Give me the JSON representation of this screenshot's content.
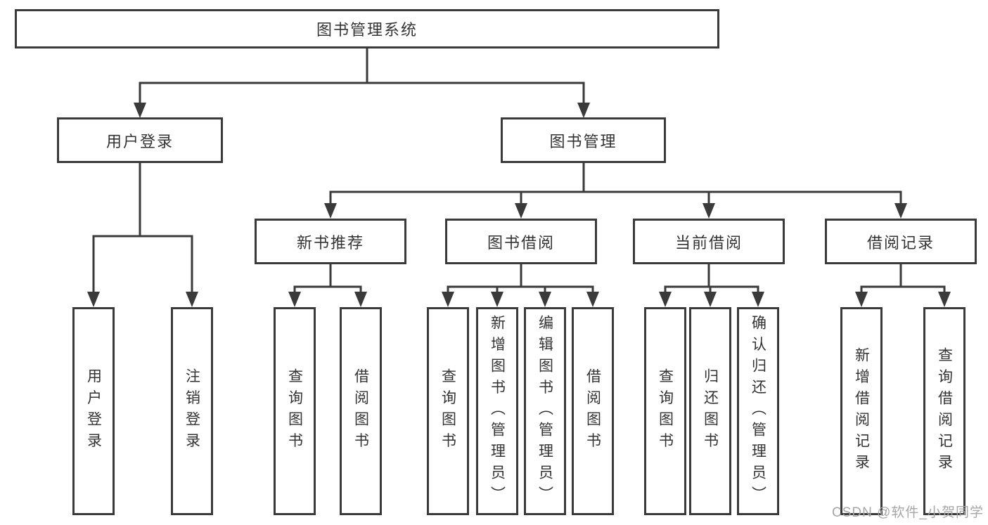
{
  "diagram": {
    "root": {
      "label": "图书管理系统"
    },
    "branches": [
      {
        "label": "用户登录",
        "children": [
          "用户登录",
          "注销登录"
        ]
      },
      {
        "label": "图书管理",
        "children": [
          {
            "label": "新书推荐",
            "children": [
              "查询图书",
              "借阅图书"
            ]
          },
          {
            "label": "图书借阅",
            "children": [
              "查询图书",
              "新增图书（管理员）",
              "编辑图书（管理员）",
              "借阅图书"
            ]
          },
          {
            "label": "当前借阅",
            "children": [
              "查询图书",
              "归还图书",
              "确认归还（管理员）"
            ]
          },
          {
            "label": "借阅记录",
            "children": [
              "新增借阅记录",
              "查询借阅记录"
            ]
          }
        ]
      }
    ]
  },
  "watermark": "CSDN @软件_小贺同学",
  "colors": {
    "line": "#3a3a3a",
    "text": "#333333",
    "background": "#ffffff",
    "watermark": "#a6a6a6"
  }
}
